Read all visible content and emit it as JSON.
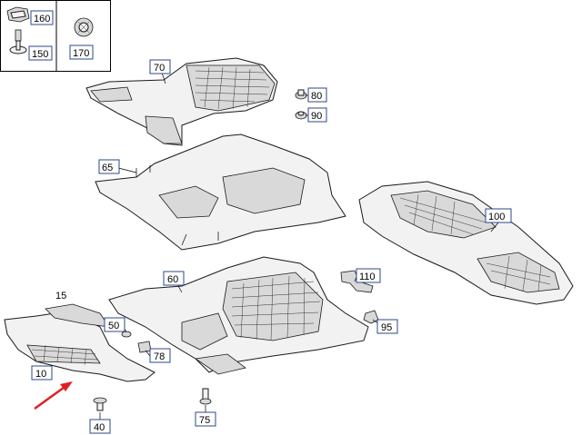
{
  "labels": {
    "l160": "160",
    "l150": "150",
    "l170": "170",
    "l70": "70",
    "l80": "80",
    "l90": "90",
    "l65": "65",
    "l100": "100",
    "l60": "60",
    "l110": "110",
    "l15": "15",
    "l50": "50",
    "l95": "95",
    "l78": "78",
    "l10": "10",
    "l75": "75",
    "l40": "40"
  },
  "colors": {
    "callout_border": "#2b4a8a",
    "arrow": "#e02020"
  }
}
